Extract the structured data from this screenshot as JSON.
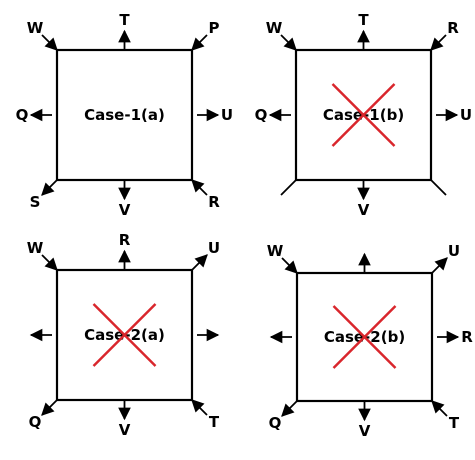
{
  "colors": {
    "stroke": "#000000",
    "cross": "#d9262c",
    "background": "#ffffff"
  },
  "panels": [
    {
      "caption": "Case-1(a)",
      "crossed": false,
      "labels": {
        "nw": "W",
        "n": "T",
        "ne": "P",
        "w": "Q",
        "e": "U",
        "sw": "S",
        "s": "V",
        "se": "R"
      },
      "arrows": {
        "nw": "in",
        "n": "out",
        "ne": "in",
        "w": "out",
        "e": "out",
        "sw": "out",
        "s": "out",
        "se": "in"
      }
    },
    {
      "caption": "Case-1(b)",
      "crossed": true,
      "labels": {
        "nw": "W",
        "n": "T",
        "ne": "R",
        "w": "Q",
        "e": "U",
        "sw": "",
        "s": "V",
        "se": ""
      },
      "arrows": {
        "nw": "in",
        "n": "out",
        "ne": "in",
        "w": "out",
        "e": "out",
        "sw": "line",
        "s": "out",
        "se": "line"
      }
    },
    {
      "caption": "Case-2(a)",
      "crossed": true,
      "labels": {
        "nw": "W",
        "n": "R",
        "ne": "U",
        "w": "",
        "e": "",
        "sw": "Q",
        "s": "V",
        "se": "T"
      },
      "arrows": {
        "nw": "in",
        "n": "out",
        "ne": "out",
        "w": "out",
        "e": "out",
        "sw": "out",
        "s": "out",
        "se": "in"
      }
    },
    {
      "caption": "Case-2(b)",
      "crossed": true,
      "labels": {
        "nw": "W",
        "n": "",
        "ne": "U",
        "w": "",
        "e": "R",
        "sw": "Q",
        "s": "V",
        "se": "T"
      },
      "arrows": {
        "nw": "in",
        "n": "out",
        "ne": "out",
        "w": "out",
        "e": "out",
        "sw": "out",
        "s": "out",
        "se": "in"
      }
    }
  ]
}
